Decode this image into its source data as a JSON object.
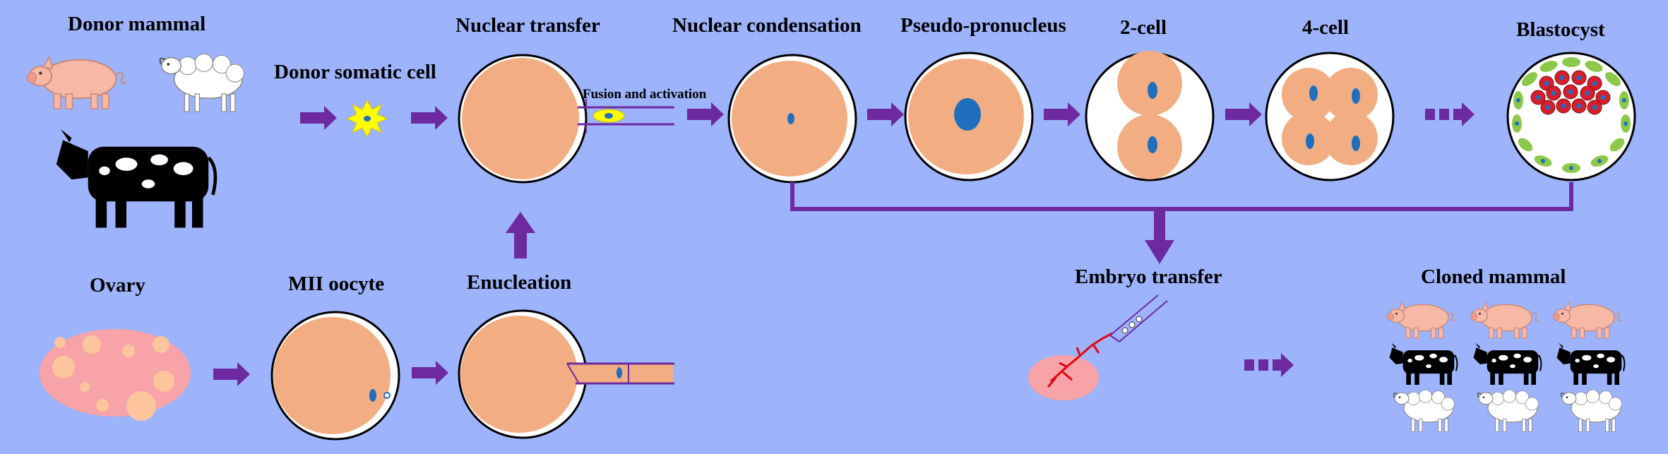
{
  "labels": {
    "donor_mammal": "Donor mammal",
    "donor_somatic_cell": "Donor somatic cell",
    "nuclear_transfer": "Nuclear transfer",
    "fusion_activation": "Fusion and activation",
    "nuclear_condensation": "Nuclear condensation",
    "pseudo_pronucleus": "Pseudo-pronucleus",
    "two_cell": "2-cell",
    "four_cell": "4-cell",
    "blastocyst": "Blastocyst",
    "ovary": "Ovary",
    "mii_oocyte": "MII oocyte",
    "enucleation": "Enucleation",
    "embryo_transfer": "Embryo transfer",
    "cloned_mammal": "Cloned mammal"
  },
  "colors": {
    "background": "#9db3fb",
    "cell_cytoplasm": "#f2ae82",
    "nucleus": "#1f6fbe",
    "arrow": "#6d2aa0",
    "donor_cell": "#ffff00",
    "ovary": "#f7a3a8",
    "follicle": "#fcc59d",
    "pig": "#f7b8a6",
    "sheep": "#ffffff",
    "cow": "#000000",
    "inner_cell_mass": "#d81e2a",
    "trophectoderm": "#8cc84a",
    "blood_vessel": "#e30613"
  },
  "icons": [
    "pig-icon",
    "sheep-icon",
    "cow-icon",
    "ovary-icon",
    "uterus-icon",
    "pipette-icon"
  ]
}
